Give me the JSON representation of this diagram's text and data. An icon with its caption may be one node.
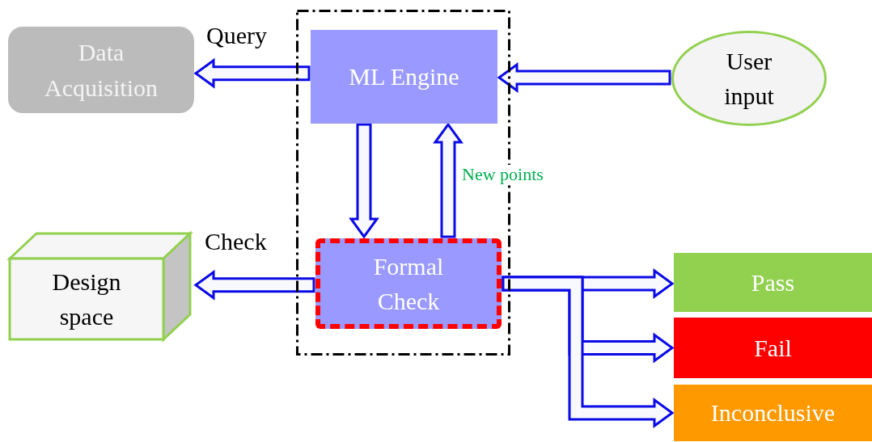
{
  "diagram": {
    "nodes": [
      {
        "text": [
          "Data Acquisition"
        ]
      },
      {
        "text": [],
        "shape": "box"
      },
      {
        "text": [
          "ML Engine"
        ],
        "in": 1
      },
      {
        "text": [
          "Formal Check"
        ],
        "in": 1
      },
      {
        "text": [
          "User input"
        ]
      },
      {
        "text": [
          "Design space"
        ]
      },
      {
        "text": [
          "Pass"
        ]
      },
      {
        "text": [
          "Fail"
        ]
      },
      {
        "text": [
          "Inconclusive"
        ]
      }
    ],
    "edges": [
      {
        "from": 2,
        "to": 0,
        "arrow": "to",
        "label": "Query"
      },
      {
        "from": 4,
        "to": 2,
        "arrow": "to"
      },
      {
        "from": 2,
        "to": 3,
        "arrow": "to"
      },
      {
        "from": 3,
        "to": 2,
        "arrow": "to",
        "label": "New points"
      },
      {
        "from": 3,
        "to": 5,
        "arrow": "to",
        "label": "Check"
      },
      {
        "from": 3,
        "to": 8,
        "arrow": "to"
      },
      {
        "from": 3,
        "to": 7,
        "arrow": "to"
      },
      {
        "from": 3,
        "to": 6,
        "arrow": "to"
      }
    ]
  }
}
